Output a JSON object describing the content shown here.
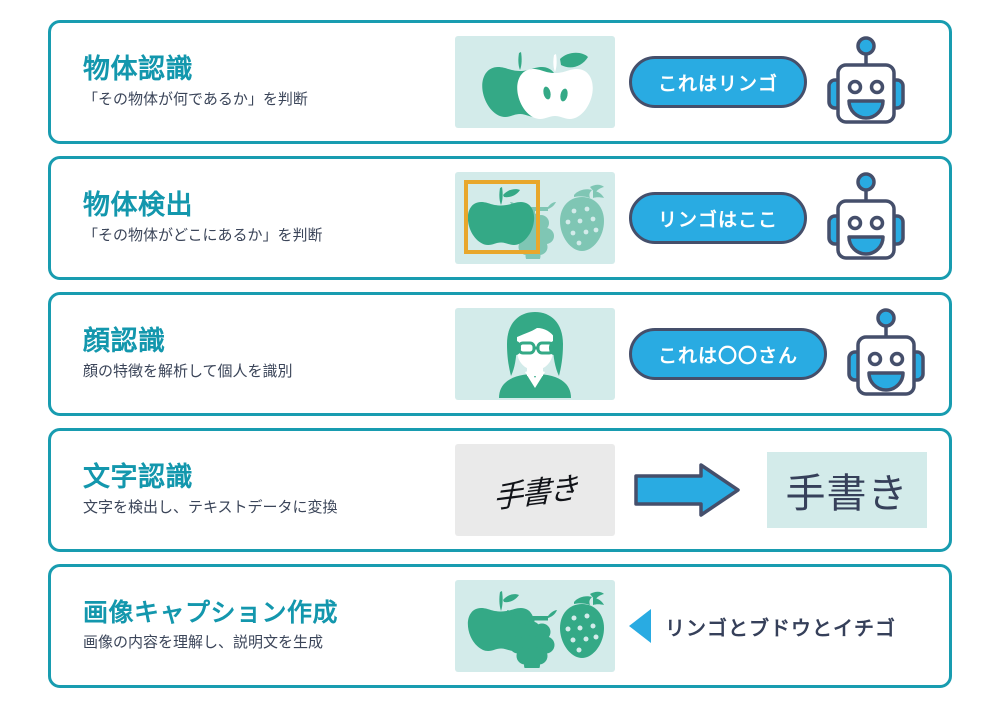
{
  "colors": {
    "card_border": "#189CB0",
    "title": "#1397AD",
    "body_text": "#3B4559",
    "bubble_fill": "#29ABE2",
    "bubble_stroke": "#454F6B",
    "tile_bg": "#D3EBEA",
    "tile_bg_gray": "#EAEAEA",
    "fruit_green": "#34A986",
    "fruit_green_light": "#7FC6B4",
    "bbox_orange": "#E8A72C",
    "robot_outline": "#454F6B",
    "robot_accent": "#29ABE2"
  },
  "rows": [
    {
      "title": "物体認識",
      "subtitle": "「その物体が何であるか」を判断",
      "image_icon": "apple-cut-icon",
      "output_type": "speech-bubble",
      "bubble_text": "これはリンゴ",
      "agent_icon": "robot-icon"
    },
    {
      "title": "物体検出",
      "subtitle": "「その物体がどこにあるか」を判断",
      "image_icon": "fruits-with-bounding-box-icon",
      "output_type": "speech-bubble",
      "bubble_text": "リンゴはここ",
      "agent_icon": "robot-icon"
    },
    {
      "title": "顔認識",
      "subtitle": "顔の特徴を解析して個人を識別",
      "image_icon": "person-face-icon",
      "output_type": "speech-bubble",
      "bubble_text": "これは〇〇さん",
      "agent_icon": "robot-icon"
    },
    {
      "title": "文字認識",
      "subtitle": "文字を検出し、テキストデータに変換",
      "image_icon": "handwriting-sample-icon",
      "handwritten_text": "手書き",
      "output_type": "arrow-to-text",
      "arrow_icon": "right-arrow-icon",
      "output_text": "手書き"
    },
    {
      "title": "画像キャプション作成",
      "subtitle": "画像の内容を理解し、説明文を生成",
      "image_icon": "three-fruits-icon",
      "output_type": "caption",
      "marker_icon": "left-triangle-icon",
      "caption_text": "リンゴとブドウとイチゴ"
    }
  ]
}
